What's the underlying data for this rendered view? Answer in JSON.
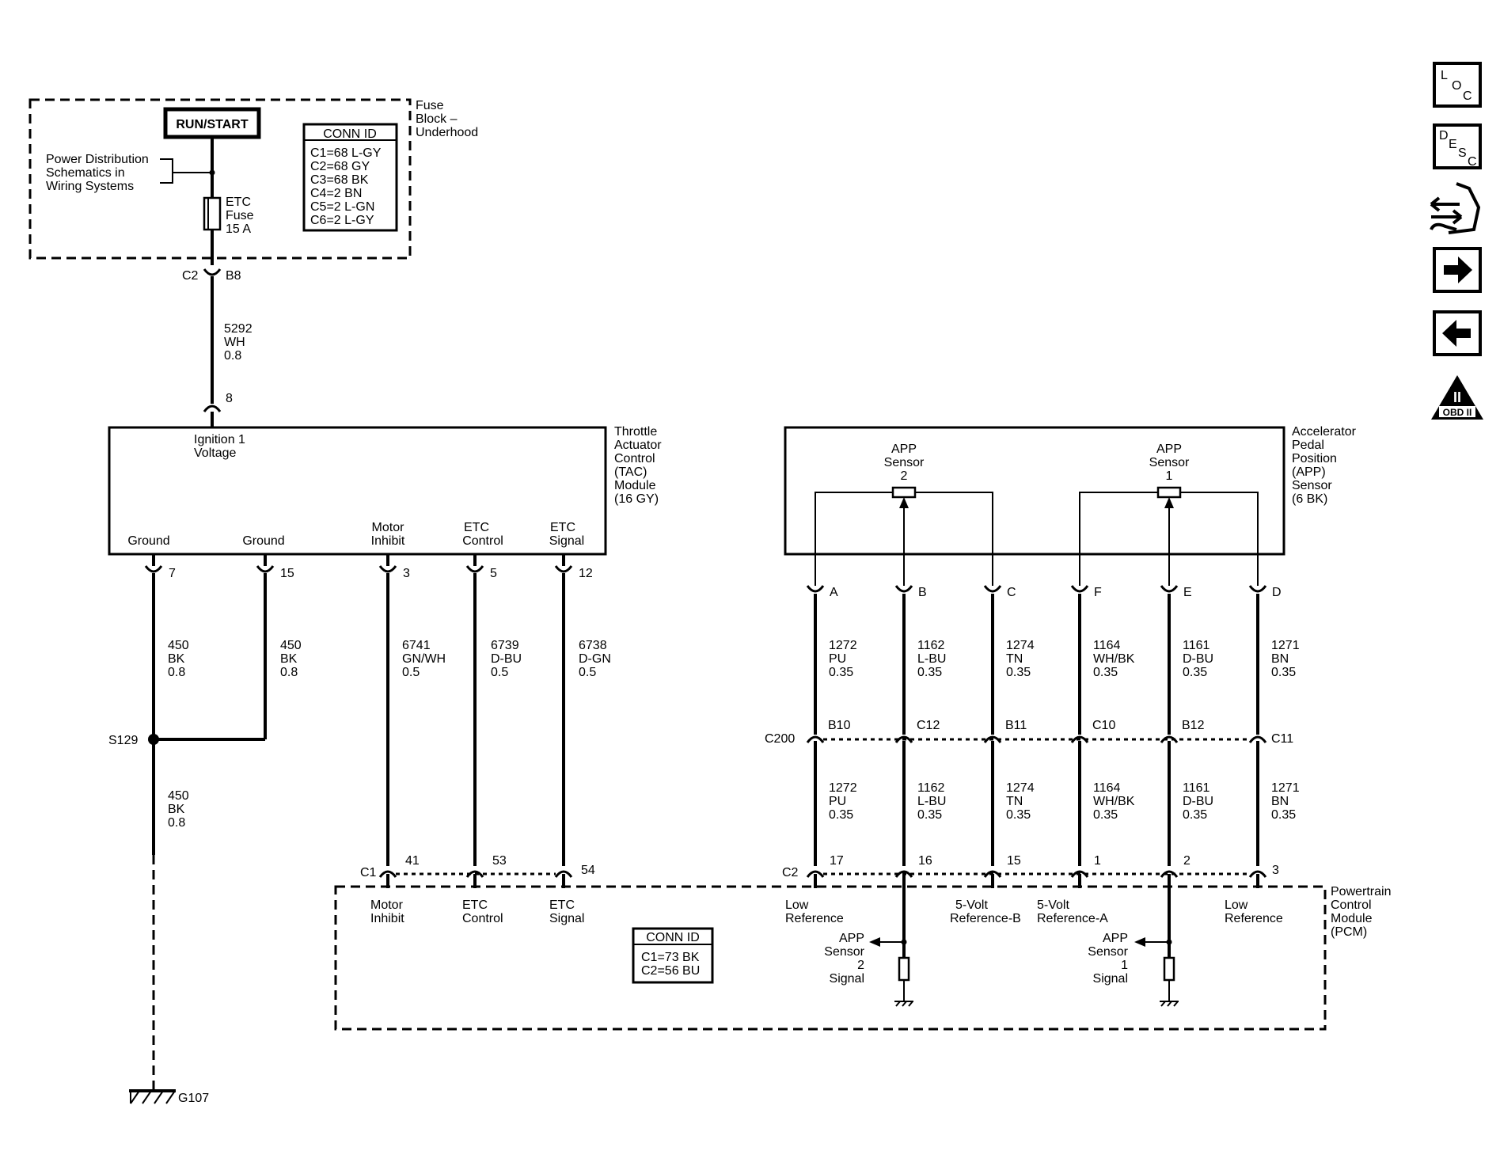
{
  "fuse_block": {
    "label": [
      "Fuse",
      "Block –",
      "Underhood"
    ],
    "run_start": "RUN/START",
    "power_dist": [
      "Power Distribution",
      "Schematics in",
      "Wiring Systems"
    ],
    "fuse": [
      "ETC",
      "Fuse",
      "15 A"
    ],
    "conn_id_title": "CONN ID",
    "conn_ids": [
      "C1=68 L-GY",
      "C2=68 GY",
      "C3=68 BK",
      "C4=2 BN",
      "C5=2 L-GN",
      "C6=2 L-GY"
    ],
    "conn_c2": "C2",
    "pin_b8": "B8"
  },
  "wire_5292": [
    "5292",
    "WH",
    "0.8"
  ],
  "tac": {
    "label": [
      "Throttle",
      "Actuator",
      "Control",
      "(TAC)",
      "Module",
      "(16 GY)"
    ],
    "pin_top": "8",
    "ignition": [
      "Ignition 1",
      "Voltage"
    ],
    "terminals": [
      {
        "name": [
          "Ground"
        ],
        "pin": "7",
        "wire": [
          "450",
          "BK",
          "0.8"
        ]
      },
      {
        "name": [
          "Ground"
        ],
        "pin": "15",
        "wire": [
          "450",
          "BK",
          "0.8"
        ]
      },
      {
        "name": [
          "Motor",
          "Inhibit"
        ],
        "pin": "3",
        "wire": [
          "6741",
          "GN/WH",
          "0.5"
        ],
        "pcm_pin": "41"
      },
      {
        "name": [
          "ETC",
          "Control"
        ],
        "pin": "5",
        "wire": [
          "6739",
          "D-BU",
          "0.5"
        ],
        "pcm_pin": "53"
      },
      {
        "name": [
          "ETC",
          "Signal"
        ],
        "pin": "12",
        "wire": [
          "6738",
          "D-GN",
          "0.5"
        ],
        "pcm_pin": "54"
      }
    ]
  },
  "splice": {
    "label": "S129",
    "wire": [
      "450",
      "BK",
      "0.8"
    ]
  },
  "ground": {
    "label": "G107"
  },
  "app": {
    "label": [
      "Accelerator",
      "Pedal",
      "Position",
      "(APP)",
      "Sensor",
      "(6 BK)"
    ],
    "sensor2": [
      "APP",
      "Sensor",
      "2"
    ],
    "sensor1": [
      "APP",
      "Sensor",
      "1"
    ],
    "terminals": [
      {
        "pin": "A",
        "wire": [
          "1272",
          "PU",
          "0.35"
        ],
        "c200": "B10",
        "wire2": [
          "1272",
          "PU",
          "0.35"
        ],
        "pcm_pin": "17"
      },
      {
        "pin": "B",
        "wire": [
          "1162",
          "L-BU",
          "0.35"
        ],
        "c200": "C12",
        "wire2": [
          "1162",
          "L-BU",
          "0.35"
        ],
        "pcm_pin": "16"
      },
      {
        "pin": "C",
        "wire": [
          "1274",
          "TN",
          "0.35"
        ],
        "c200": "B11",
        "wire2": [
          "1274",
          "TN",
          "0.35"
        ],
        "pcm_pin": "15"
      },
      {
        "pin": "F",
        "wire": [
          "1164",
          "WH/BK",
          "0.35"
        ],
        "c200": "C10",
        "wire2": [
          "1164",
          "WH/BK",
          "0.35"
        ],
        "pcm_pin": "1"
      },
      {
        "pin": "E",
        "wire": [
          "1161",
          "D-BU",
          "0.35"
        ],
        "c200": "B12",
        "wire2": [
          "1161",
          "D-BU",
          "0.35"
        ],
        "pcm_pin": "2"
      },
      {
        "pin": "D",
        "wire": [
          "1271",
          "BN",
          "0.35"
        ],
        "c200": "C11",
        "wire2": [
          "1271",
          "BN",
          "0.35"
        ],
        "pcm_pin": "3"
      }
    ]
  },
  "c200": "C200",
  "pcm": {
    "label": [
      "Powertrain",
      "Control",
      "Module",
      "(PCM)"
    ],
    "c1": "C1",
    "c2": "C2",
    "t_motor": [
      "Motor",
      "Inhibit"
    ],
    "t_etc_control": [
      "ETC",
      "Control"
    ],
    "t_etc_signal": [
      "ETC",
      "Signal"
    ],
    "t_low_ref_a": [
      "Low",
      "Reference"
    ],
    "t_5v_b": [
      "5-Volt",
      "Reference-B"
    ],
    "t_5v_a": [
      "5-Volt",
      "Reference-A"
    ],
    "t_low_ref_d": [
      "Low",
      "Reference"
    ],
    "sig2": [
      "APP",
      "Sensor",
      "2",
      "Signal"
    ],
    "sig1": [
      "APP",
      "Sensor",
      "1",
      "Signal"
    ],
    "conn_id_title": "CONN ID",
    "conn_ids": [
      "C1=73 BK",
      "C2=56 BU"
    ]
  },
  "nav": {
    "loc": [
      "L",
      "O",
      "C"
    ],
    "desc": [
      "D",
      "E",
      "S",
      "C"
    ],
    "obd": "OBD II",
    "obd_roman": "II"
  }
}
